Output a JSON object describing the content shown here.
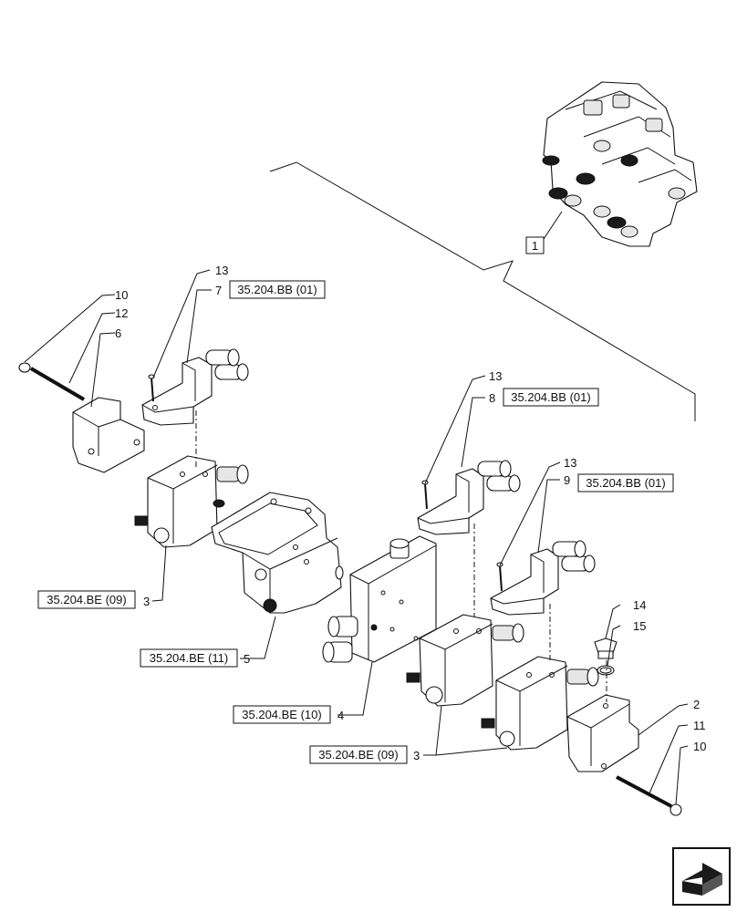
{
  "callouts": {
    "c1": "1",
    "c2": "2",
    "c3a": "3",
    "c3b": "3",
    "c4": "4",
    "c5": "5",
    "c6": "6",
    "c7": "7",
    "c8": "8",
    "c9": "9",
    "c10a": "10",
    "c10b": "10",
    "c11": "11",
    "c12": "12",
    "c13a": "13",
    "c13b": "13",
    "c13c": "13",
    "c14": "14",
    "c15": "15"
  },
  "references": {
    "r7": "35.204.BB (01)",
    "r8": "35.204.BB (01)",
    "r9": "35.204.BB (01)",
    "r3a": "35.204.BE (09)",
    "r3b": "35.204.BE (09)",
    "r5": "35.204.BE (11)",
    "r4": "35.204.BE (10)"
  },
  "icons": {
    "navigation": "next-page-arrow-icon"
  }
}
